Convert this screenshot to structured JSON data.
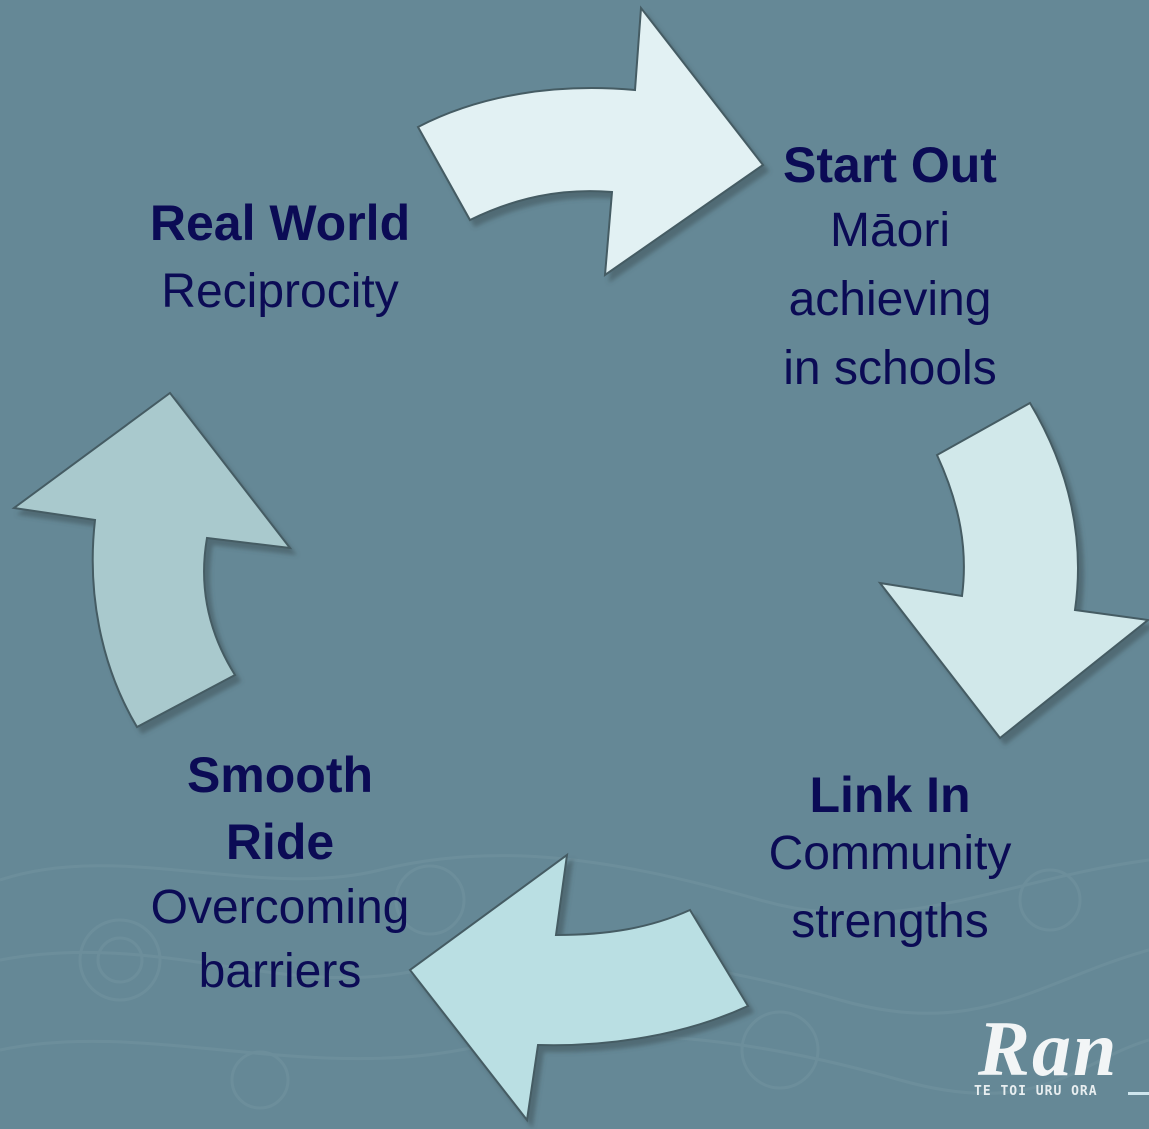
{
  "colors": {
    "background": "#658896",
    "text": "#0b0b55",
    "arrow_top": "#e2f1f3",
    "arrow_right": "#d1e8ea",
    "arrow_bottom": "#badfe3",
    "arrow_left": "#a9c9cd"
  },
  "cycle": {
    "real_world": {
      "title": "Real World",
      "lines": [
        "Reciprocity"
      ]
    },
    "start_out": {
      "title": "Start Out",
      "lines": [
        "Māori",
        "achieving",
        "in schools"
      ]
    },
    "link_in": {
      "title": "Link In",
      "lines": [
        "Community",
        "strengths"
      ]
    },
    "smooth_ride": {
      "title_lines": [
        "Smooth",
        "Ride"
      ],
      "lines": [
        "Overcoming",
        "barriers"
      ]
    }
  },
  "logo": {
    "mark": "Ran",
    "tagline": "TE TOI URU ORA"
  }
}
